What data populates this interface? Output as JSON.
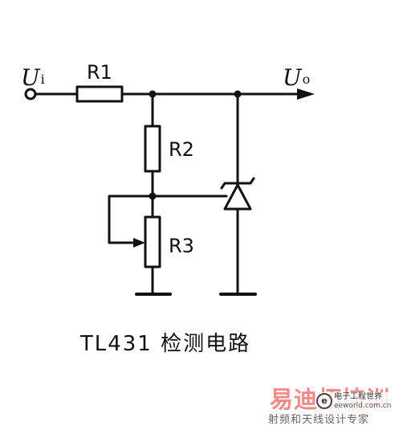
{
  "diagram": {
    "labels": {
      "input": "U",
      "input_sub": "i",
      "output": "U",
      "output_sub": "o",
      "r1": "R1",
      "r2": "R2",
      "r3": "R3"
    },
    "caption": "TL431 检测电路"
  },
  "watermark": {
    "main": "易迪拓培训",
    "sub": "射频和天线设计专家",
    "logo_text": "电子工程世界",
    "logo_url": "eeworld.com.cn",
    "logo_letter": "e",
    "color": "#f28a8a"
  },
  "colors": {
    "line": "#111111",
    "background": "#ffffff"
  }
}
